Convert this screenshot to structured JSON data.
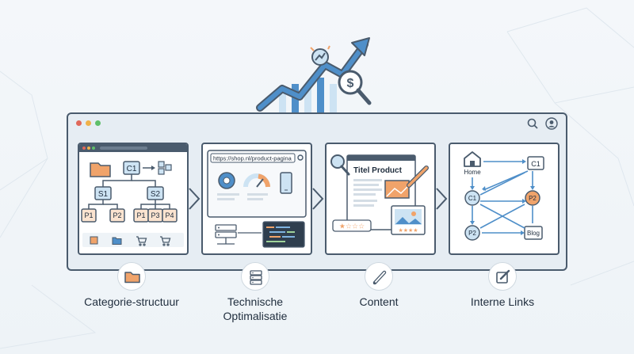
{
  "colors": {
    "dark": "#4a5b6d",
    "blue": "#4f8fc9",
    "light_blue": "#cde3f3",
    "orange": "#f0a36a",
    "light_orange": "#fbe3cf",
    "background": "#eef3f7"
  },
  "panels": [
    {
      "name": "categorie-structuur",
      "nodes": {
        "root": "C1",
        "sub1": "S1",
        "sub2": "S2",
        "products": [
          "P1",
          "P2",
          "P1",
          "P3",
          "P4"
        ]
      }
    },
    {
      "name": "technische-optimalisatie",
      "url": "https://shop.nl/product-pagina"
    },
    {
      "name": "content",
      "heading": "Titel Product"
    },
    {
      "name": "interne-links",
      "nodes": {
        "home": "Home",
        "c1_top": "C1",
        "c1": "C1",
        "p2_right": "P2",
        "p2_left": "P2",
        "blog": "Blog"
      }
    }
  ],
  "categories": [
    {
      "label": "Categorie-structuur",
      "icon": "folder-icon"
    },
    {
      "label": "Technische\nOptimalisatie",
      "icon": "server-icon"
    },
    {
      "label": "Content",
      "icon": "pen-icon"
    },
    {
      "label": "Interne Links",
      "icon": "edit-icon"
    }
  ]
}
